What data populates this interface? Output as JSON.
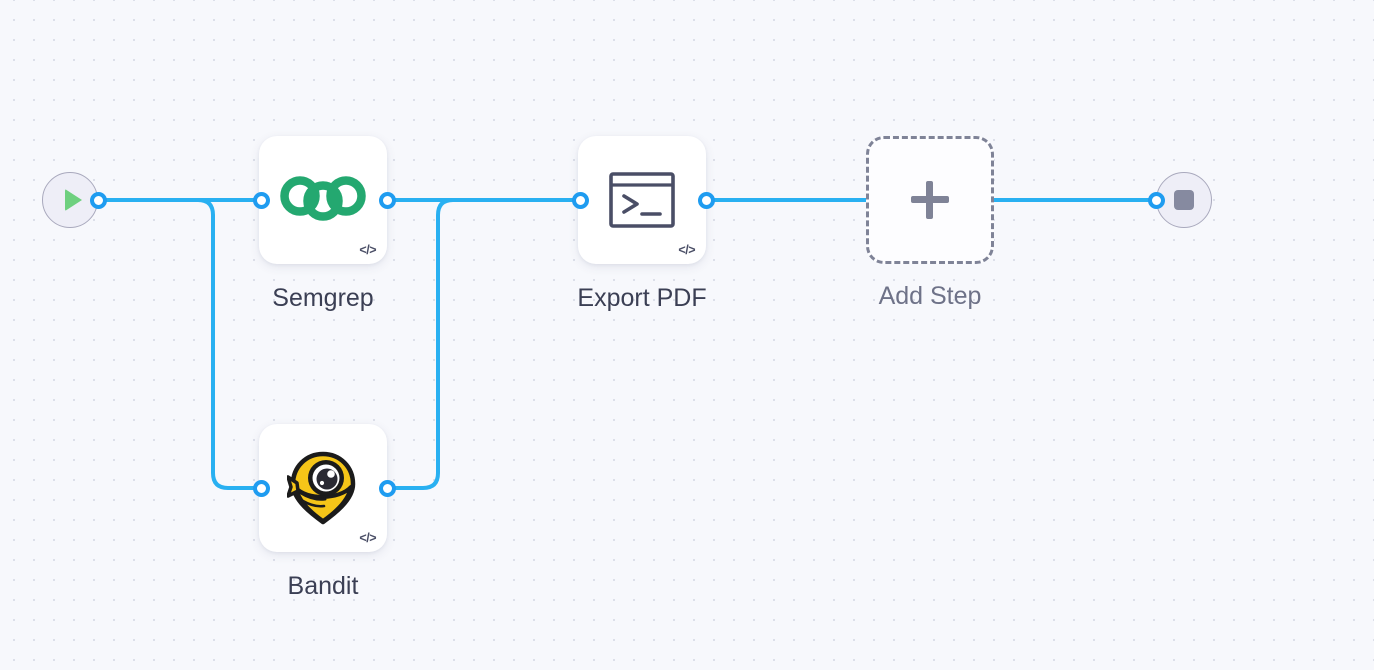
{
  "canvas": {
    "background_color": "#f7f8fc",
    "grid_dot_color": "#dcdfe9",
    "edge_color": "#29b0f1",
    "handle_color": "#1f9cf0"
  },
  "terminals": {
    "start": {
      "name": "start",
      "icon": "play-icon",
      "icon_color": "#6ed07f"
    },
    "end": {
      "name": "end",
      "icon": "stop-icon",
      "icon_color": "#868aa0"
    }
  },
  "nodes": [
    {
      "id": "semgrep",
      "label": "Semgrep",
      "icon": "semgrep-logo-icon",
      "icon_color": "#24a870",
      "badge": "</>"
    },
    {
      "id": "bandit",
      "label": "Bandit",
      "icon": "bandit-logo-icon",
      "icon_color": "#f5c518",
      "badge": "</>"
    },
    {
      "id": "export",
      "label": "Export PDF",
      "icon": "terminal-icon",
      "icon_color": "#4a4e66",
      "badge": "</>"
    },
    {
      "id": "add",
      "label": "Add Step",
      "icon": "plus-icon",
      "icon_color": "#7f8397",
      "badge": ""
    }
  ],
  "edges": [
    {
      "from": "start",
      "to": "semgrep"
    },
    {
      "from": "start",
      "to": "bandit"
    },
    {
      "from": "semgrep",
      "to": "export"
    },
    {
      "from": "bandit",
      "to": "export"
    },
    {
      "from": "export",
      "to": "add"
    },
    {
      "from": "add",
      "to": "end"
    }
  ]
}
